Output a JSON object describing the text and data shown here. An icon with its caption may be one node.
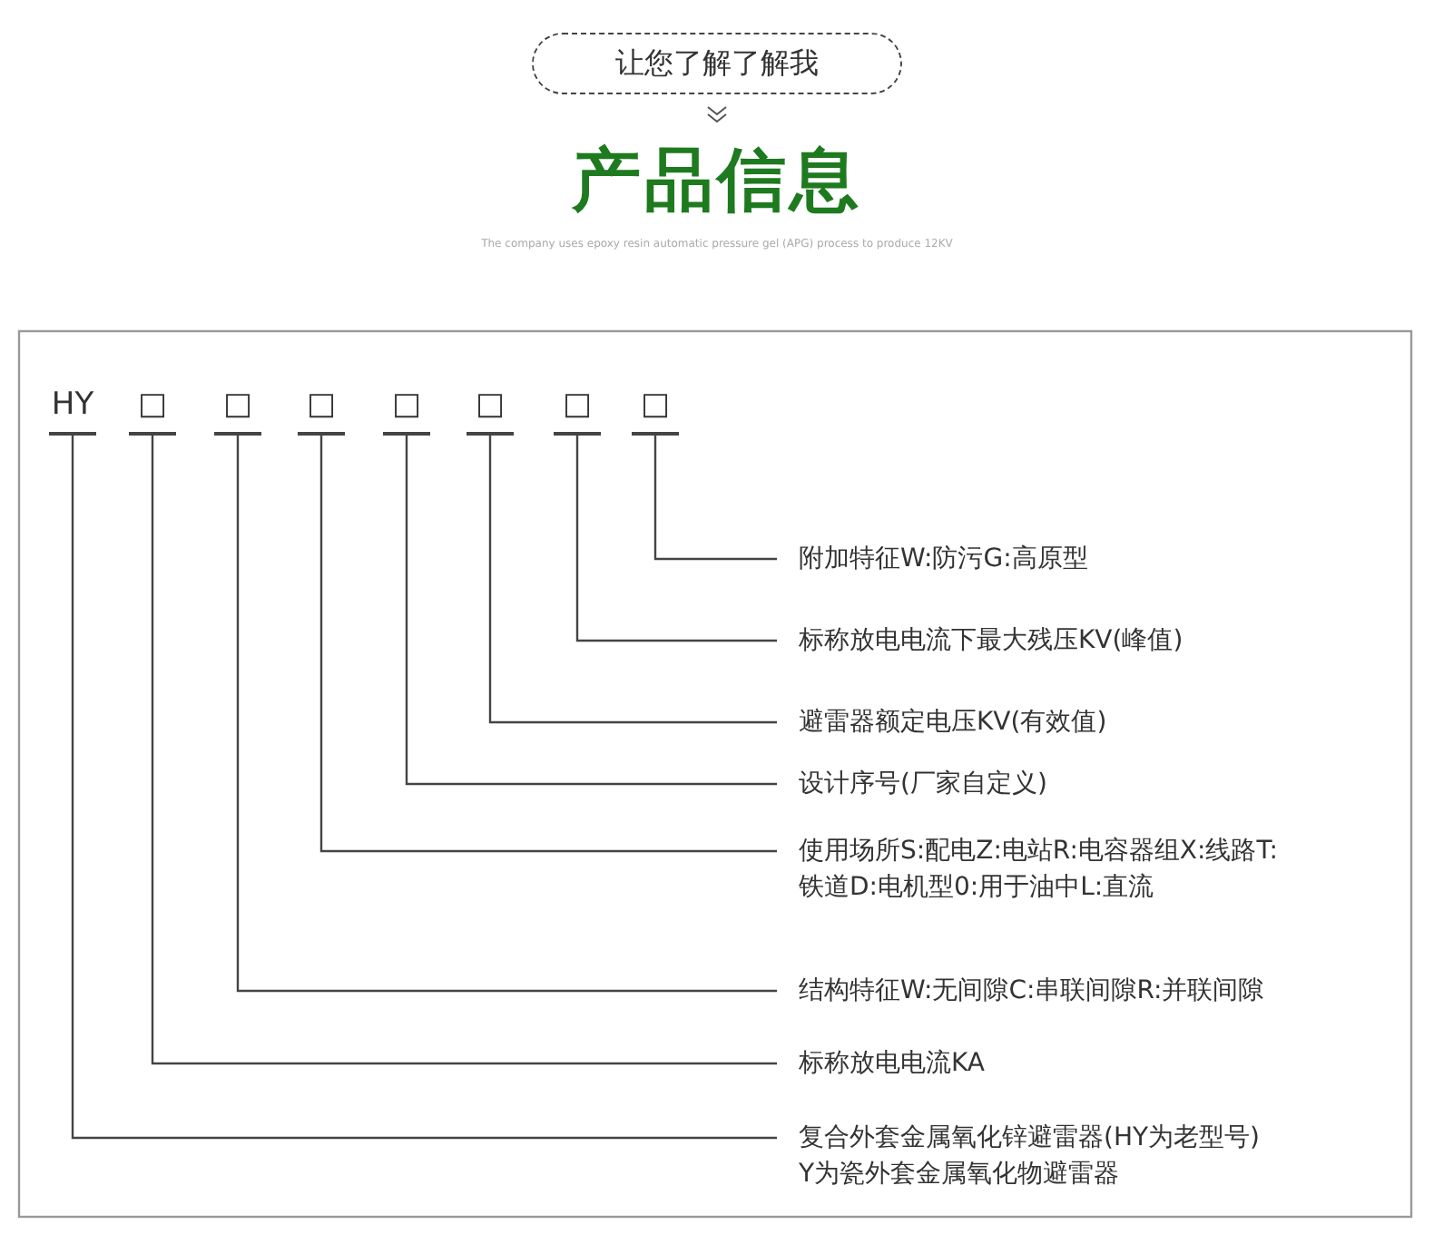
{
  "diagram": {
    "title": "产品信息",
    "nodes": [
      {
        "text": [
          "让您了解了解我"
        ]
      },
      {
        "text": [
          "HY"
        ]
      },
      {
        "text": [
          "□"
        ]
      },
      {
        "text": [
          "□"
        ]
      },
      {
        "text": [
          "□"
        ]
      },
      {
        "text": [
          "□"
        ]
      },
      {
        "text": [
          "□"
        ]
      },
      {
        "text": [
          "□"
        ]
      },
      {
        "text": [
          "□"
        ]
      },
      {
        "text": [
          "附加特征W:防污G:高原型"
        ]
      },
      {
        "text": [
          "标称放电电流下最大残压KV(峰值)"
        ]
      },
      {
        "text": [
          "避雷器额定电压KV(有效值)"
        ]
      },
      {
        "text": [
          "设计序号(厂家自定义)"
        ]
      },
      {
        "text": [
          "使用场所S:配电Z:电站R:电容器组X:线路T:铁道D:电机型0:用于油中L:直流"
        ]
      },
      {
        "text": [
          "结构特征W:无间隙C:串联间隙R:并联间隙"
        ]
      },
      {
        "text": [
          "标称放电电流KA"
        ]
      },
      {
        "text": [
          "复合外套金属氧化锌避雷器(HY为老型号)",
          "Y为瓷外套金属氧化物避雷器"
        ]
      }
    ],
    "edges": [
      {
        "from": 8,
        "to": 9,
        "arrow": "none"
      },
      {
        "from": 7,
        "to": 10,
        "arrow": "none"
      },
      {
        "from": 6,
        "to": 11,
        "arrow": "none"
      },
      {
        "from": 5,
        "to": 12,
        "arrow": "none"
      },
      {
        "from": 4,
        "to": 13,
        "arrow": "none"
      },
      {
        "from": 3,
        "to": 14,
        "arrow": "none"
      },
      {
        "from": 2,
        "to": 15,
        "arrow": "none"
      },
      {
        "from": 1,
        "to": 16,
        "arrow": "none"
      }
    ],
    "labels": [
      "The company uses epoxy resin automatic pressure gel (APG) process to produce 12KV"
    ]
  }
}
